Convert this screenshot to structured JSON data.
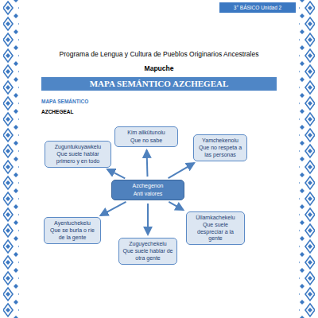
{
  "diagram": {
    "title": "MAPA SEMÁNTICO AZCHEGEAL",
    "nodes": [
      {
        "text": [
          "Azchegenon",
          "Anti valores"
        ]
      },
      {
        "text": [
          "Kim allkütunolu",
          "Que no sabe"
        ]
      },
      {
        "text": [
          "Zuguntukuyawkelu",
          "Que suele hablar primero y en todo"
        ]
      },
      {
        "text": [
          "Yamchekenolu",
          "Que no respeta a las personas"
        ]
      },
      {
        "text": [
          "Ayentuchekelu",
          "Que se burla o ríe de la gente"
        ]
      },
      {
        "text": [
          "Zuguyechekelu",
          "Que suele hablar de otra gente"
        ]
      },
      {
        "text": [
          "Üllamkachekelu",
          "Que suele despreciar a la gente"
        ]
      }
    ],
    "edges": [
      {
        "from": 0,
        "to": 1,
        "arrow": "to"
      },
      {
        "from": 0,
        "to": 2,
        "arrow": "to"
      },
      {
        "from": 0,
        "to": 3,
        "arrow": "to"
      },
      {
        "from": 0,
        "to": 4,
        "arrow": "to"
      },
      {
        "from": 0,
        "to": 5,
        "arrow": "to"
      },
      {
        "from": 0,
        "to": 6,
        "arrow": "to"
      }
    ],
    "labels": [
      "3° BÁSICO Unidad 2",
      "Programa de Lengua y Cultura de Pueblos Originarios Ancestrales",
      "Mapuche",
      "MAPA SEMÁNTICO",
      "AZCHEGEAL"
    ]
  }
}
